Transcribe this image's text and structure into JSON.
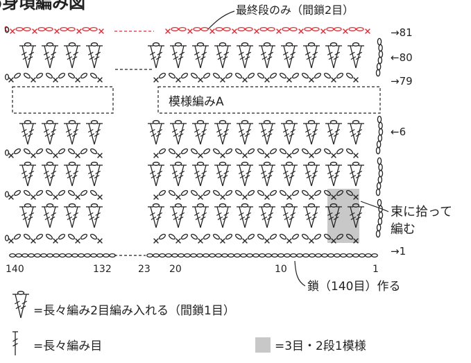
{
  "title": "●身頃編み図",
  "top_note": "最終段のみ（間鎖2目）",
  "section_label": "模様編みA",
  "row_labels": [
    "→81",
    "←80",
    "→79",
    "←6",
    "→1"
  ],
  "side_note_line1": "束に拾って",
  "side_note_line2": "編む",
  "stitch_numbers": [
    "140",
    "132",
    "23",
    "20",
    "10",
    "1"
  ],
  "chain_note": "鎖（140目）作る",
  "legend": {
    "v_stitch": "=長々編み2目編み入れる（間鎖1目）",
    "dtr": "=長々編み目",
    "repeat": "=3目・2段1模様"
  },
  "colors": {
    "line": "#222222",
    "last_row": "#e0262e",
    "repeat_fill": "#c8c8c8"
  }
}
